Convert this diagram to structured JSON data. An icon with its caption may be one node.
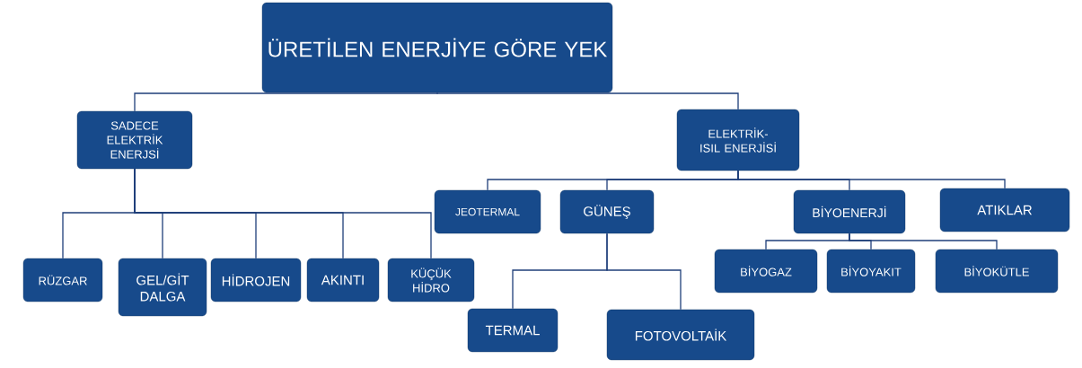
{
  "diagram": {
    "nodes": [
      {
        "text": [
          "ÜRETİLEN ENERJİYE GÖRE YEK"
        ]
      },
      {
        "text": [
          "SADECE ELEKTRİK ENERJSİ"
        ]
      },
      {
        "text": [
          "ELEKTRİK-ISIL ENERJİSİ"
        ]
      },
      {
        "text": [
          "RÜZGAR"
        ]
      },
      {
        "text": [
          "GEL/GİT DALGA"
        ]
      },
      {
        "text": [
          "HİDROJEN"
        ]
      },
      {
        "text": [
          "AKINTI"
        ]
      },
      {
        "text": [
          "KÜÇÜK HİDRO"
        ]
      },
      {
        "text": [
          "JEOTERMAL"
        ]
      },
      {
        "text": [
          "GÜNEŞ"
        ]
      },
      {
        "text": [
          "BİYOENERJİ"
        ]
      },
      {
        "text": [
          "ATIKLAR"
        ]
      },
      {
        "text": [
          "BİYOGAZ"
        ]
      },
      {
        "text": [
          "BİYOYAKIT"
        ]
      },
      {
        "text": [
          "BİYOKÜTLE"
        ]
      },
      {
        "text": [
          "TERMAL"
        ]
      },
      {
        "text": [
          "FOTOVOLTAİK"
        ]
      }
    ],
    "edges": [
      {
        "from": 0,
        "to": 1,
        "arrow": "none"
      },
      {
        "from": 0,
        "to": 2,
        "arrow": "none"
      },
      {
        "from": 1,
        "to": 3,
        "arrow": "none"
      },
      {
        "from": 1,
        "to": 4,
        "arrow": "none"
      },
      {
        "from": 1,
        "to": 5,
        "arrow": "none"
      },
      {
        "from": 1,
        "to": 6,
        "arrow": "none"
      },
      {
        "from": 1,
        "to": 7,
        "arrow": "none"
      },
      {
        "from": 2,
        "to": 8,
        "arrow": "none"
      },
      {
        "from": 2,
        "to": 9,
        "arrow": "none"
      },
      {
        "from": 2,
        "to": 10,
        "arrow": "none"
      },
      {
        "from": 2,
        "to": 11,
        "arrow": "none"
      },
      {
        "from": 10,
        "to": 12,
        "arrow": "none"
      },
      {
        "from": 10,
        "to": 13,
        "arrow": "none"
      },
      {
        "from": 10,
        "to": 14,
        "arrow": "none"
      },
      {
        "from": 9,
        "to": 15,
        "arrow": "none"
      },
      {
        "from": 9,
        "to": 16,
        "arrow": "none"
      }
    ]
  }
}
